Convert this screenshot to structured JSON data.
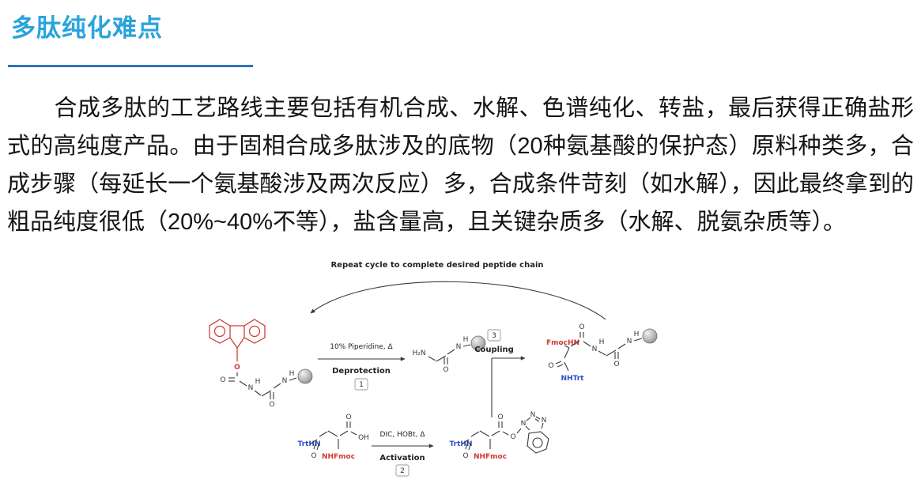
{
  "page": {
    "title": "多肽纯化难点"
  },
  "paragraph": {
    "text": "合成多肽的工艺路线主要包括有机合成、水解、色谱纯化、转盐，最后获得正确盐形式的高纯度产品。由于固相合成多肽涉及的底物（20种氨基酸的保护态）原料种类多，合成步骤（每延长一个氨基酸涉及两次反应）多，合成条件苛刻（如水解），因此最终拿到的粗品纯度很低（20%~40%不等），盐含量高，且关键杂质多（水解、脱氨杂质等）。"
  },
  "diagram": {
    "repeat_label": "Repeat cycle to complete desired peptide chain",
    "steps": [
      {
        "number": "1",
        "reagent": "10% Piperidine, Δ",
        "name": "Deprotection"
      },
      {
        "number": "2",
        "reagent": "DIC, HOBt, Δ",
        "name": "Activation"
      },
      {
        "number": "3",
        "reagent": "",
        "name": "Coupling"
      }
    ],
    "atoms": {
      "o": "O",
      "n": "N",
      "h": "H",
      "oh": "OH",
      "h2n": "H₂N",
      "fmochn": "FmocHN",
      "nhtrt": "NHTrt",
      "trthn": "TrtHN",
      "nhfmoc": "NHFmoc"
    },
    "colors": {
      "fmoc_red": "#cf3a32",
      "trt_blue": "#2f4bc7",
      "title_accent": "#29a3dd",
      "underline_blue": "#2e74b5"
    }
  }
}
